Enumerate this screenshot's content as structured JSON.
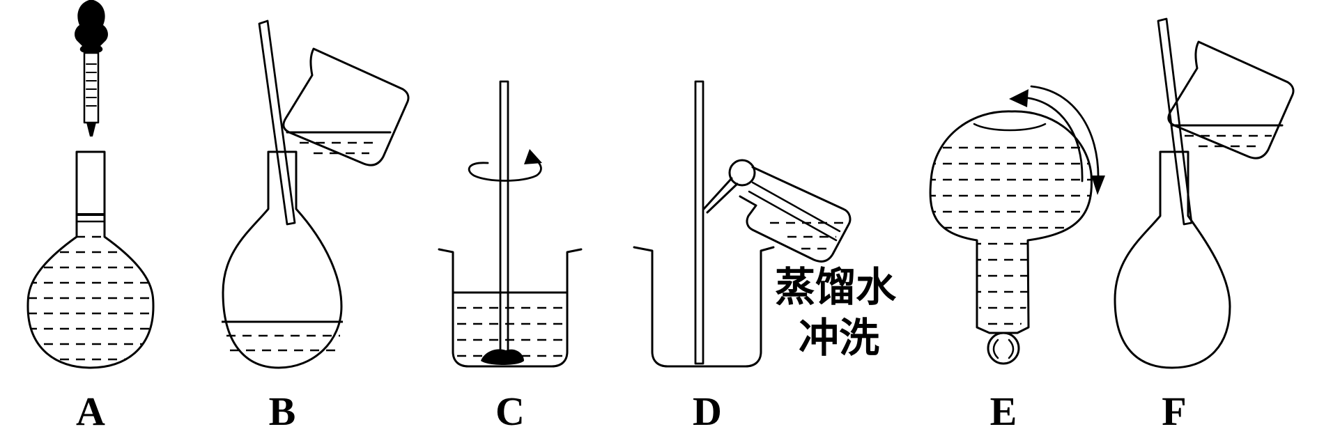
{
  "figure": {
    "panels": [
      {
        "id": "A",
        "label": "A"
      },
      {
        "id": "B",
        "label": "B"
      },
      {
        "id": "C",
        "label": "C"
      },
      {
        "id": "D",
        "label": "D"
      },
      {
        "id": "E",
        "label": "E"
      },
      {
        "id": "F",
        "label": "F"
      }
    ],
    "annotation_line1": "蒸馏水",
    "annotation_line2": "冲洗"
  }
}
